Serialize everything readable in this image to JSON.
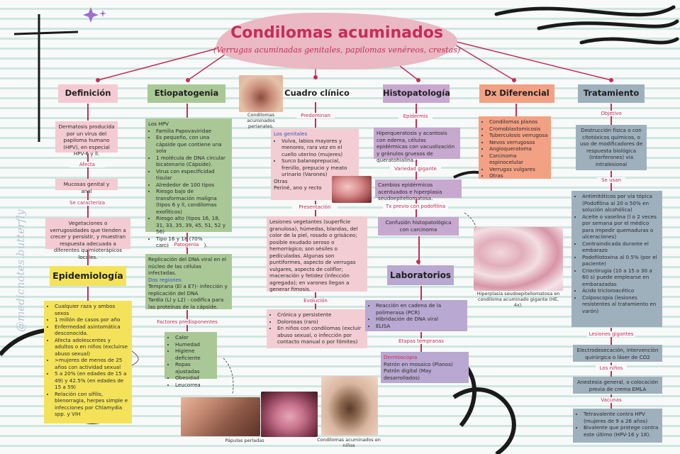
{
  "title": "Condilomas acuminados",
  "subtitle": "(Verrugas acuminadas genitales, papilomas venéreos, crestas)",
  "watermark": "@medicnotes.butterfly",
  "colors": {
    "accent": "#c62d57",
    "pink": "#f4cbd2",
    "green": "#a9c896",
    "purple": "#c7a8cf",
    "salmon": "#f3a184",
    "slate": "#9fb0bd",
    "yellow": "#f4e35a"
  },
  "definicion": {
    "heading": "Definición",
    "text": "Dermatosis producida por un virus del papiloma humano (HPV), en especial HPV-6 y ll.",
    "label_afecta": "Afecta",
    "afecta": "Mucosas genital y anal",
    "label_caracteriza": "Se caracteriza",
    "caracteriza": "Vegetaciones o verrugosidades que tienden a crecer y persistir, y muestran respuesta adecuada a diferentes quimioterápicos locales."
  },
  "epidemiologia": {
    "heading": "Epidemiología",
    "items": [
      "Cualquier raza y ambos sexos",
      "1 millón de casos por año",
      "Enfermedad asintomática desconocida.",
      "Afecta adolescentes y adultos o en niños (excluirse abuso sexual)",
      ">mujeres de menos de 25 años con actividad sexual",
      "5 a 20% (en edades de 15 a 49) y 42.5% (en edades de 15 a 59)",
      "Relación con sífilis, blenorragia, herpes simple e infecciones por Chlamydia spp. y VIH"
    ]
  },
  "etiopatogenia": {
    "heading": "Etiopatogenia",
    "intro": "Los HPV",
    "items": [
      "Familia Papovaviridae",
      "Es pequeño, con una cápside que contiene una sola",
      "1 molécula de DNA circular bicatenario (Cápside).",
      "Virus con especificidad tisular",
      "Alrededor de 100 tipos",
      "Riesgo bajo de transformación maligna (tipos 6 y ll, condilomas exofíticos)",
      "Riesgo alto (tipos 16, 18, 31, 33, 35, 39, 45, 51, 52 y 56)",
      "Tipo 16 y 18 (70% carcinoma cervical)."
    ],
    "label_patogenia": "Patogenia",
    "patogenia_a": "Replicación del DNA viral en el núcleo de las células infectadas.",
    "patogenia_regiones": "Dos regiones",
    "patogenia_b": "Temprana (El a E7)- infección y replicación del DNA",
    "patogenia_c": "Tardía (Ll y L2) - codifica para las proteínas de la cápside.",
    "label_factores": "Factores predisponentes",
    "factores": [
      "Calor",
      "Humedad",
      "Higiene deficiente",
      "Ropas ajustadas",
      "Obesidad",
      "Leucorrea"
    ]
  },
  "cuadro": {
    "heading": "Cuadro clínico",
    "photo_caption": "Condilomas acuminados perianales.",
    "label_predominan": "Predominan",
    "genitales_label": "Los genitales",
    "genitales": [
      "Vulva, labios mayores y menores, rara vez en el cuello uterino (mujeres)",
      "Surco balanoprepucial, frenillo, prepucio y meato urinario (Varones)"
    ],
    "otras": "Otras",
    "otras_sitios": "Periné, ano y recto",
    "label_presentacion": "Presentación",
    "presentacion": "Lesiones vegetantes (superficie granulosa), húmedas, blandas, del color de la piel, rosado o grisáceo; posible exudado seroso o hemorrágico; son sésiles o pediculadas. Algunas son puntiformes, aspecto de verrugas vulgares, aspecto de coliflor; maceración y fetidez (infección agregada); en varones llegan a generar fimosis.",
    "label_evolucion": "Evolución",
    "evolucion": [
      "Crónica y persistente",
      "Dolorosas (raro)",
      "En niños con condilomas (excluir abuso sexual, o infección por contacto manual o por fómites)"
    ],
    "photo_papulas": "Pápulas perladas",
    "photo_ninos": "Condilomas acuminados en niños"
  },
  "histopatologia": {
    "heading": "Histopatología",
    "label_epidermis": "Epidermis",
    "epidermis": "Hiperqueratosis y acantosis con edema, células epidérmicas con vacuolización y gránulos gruesos de queratohialina.",
    "label_variedad": "Variedad gigante",
    "variedad": "Cambios epidérmicos acentuados e hiperplasia seudoepiteliomatosa.",
    "label_tx": "Tx previo con podofilina",
    "tx": "Confusión histopatológica con carcinoma",
    "photo_caption": "Hiperplasia seudoepiteliomatosa en condiloma acuminado gigante (HE, 4x)."
  },
  "laboratorios": {
    "heading": "Laboratorios",
    "items": [
      "Reacción en cadena de la polimerasa (PCR)",
      "Hibridación de DNA viral",
      "ELISA"
    ],
    "label_etapas": "Etapas tempranas",
    "dermoscopia": "Dermoscopia",
    "patron1": "Patrón en mosaico (Planos)",
    "patron2": "Patrón digital (May desarrollados)"
  },
  "diferencial": {
    "heading": "Dx Diferencial",
    "items": [
      "Condilomas planos",
      "Cromoblastomicosis",
      "Tuberculosis verrugosa",
      "Nevos verrugosos",
      "Angioqueratoma",
      "Carcinoma espinocelular",
      "Verrugas vulgares",
      "Otras"
    ]
  },
  "tratamiento": {
    "heading": "Tratamiento",
    "label_objetivo": "Objetivo",
    "objetivo": "Destrucción física o con citotóxicos químicos, o uso de modificadores de respuesta biológica (interferones) vía intralesional",
    "label_usan": "Se usan",
    "usan": [
      "Antimitóticos por vía tópica (Podofilina al 20 o 50% en solución alcohólica)",
      "Aceite o vaselina (l o 2 veces por semana por el médico para impedir quemaduras o ulceraciones)",
      "Contraindicada durante el embarazo",
      "Podofilotoxina al 0.5% (por el paciente)",
      "Crioctirugía (10 a 15 o 30 a 60 s) puede emplearse en embarazadas",
      "Ácido tricloroacético",
      "Colposcopia (lesiones resistentes al tratamiento en varón)"
    ],
    "label_gigantes": "Lesiones gigantes",
    "gigantes": "Electrodesecación, intervención quirúrgica o láser de CO2",
    "label_ninos": "Los niños",
    "ninos": "Anestesia general, o colocación previa de crema EMLA",
    "label_vacunas": "Vacunas",
    "vacunas": [
      "Tetravalente contra HPV (mujeres de 9 a 26 años)",
      "Bivalente que protege contra este último (HPV-16 y 18)."
    ]
  }
}
